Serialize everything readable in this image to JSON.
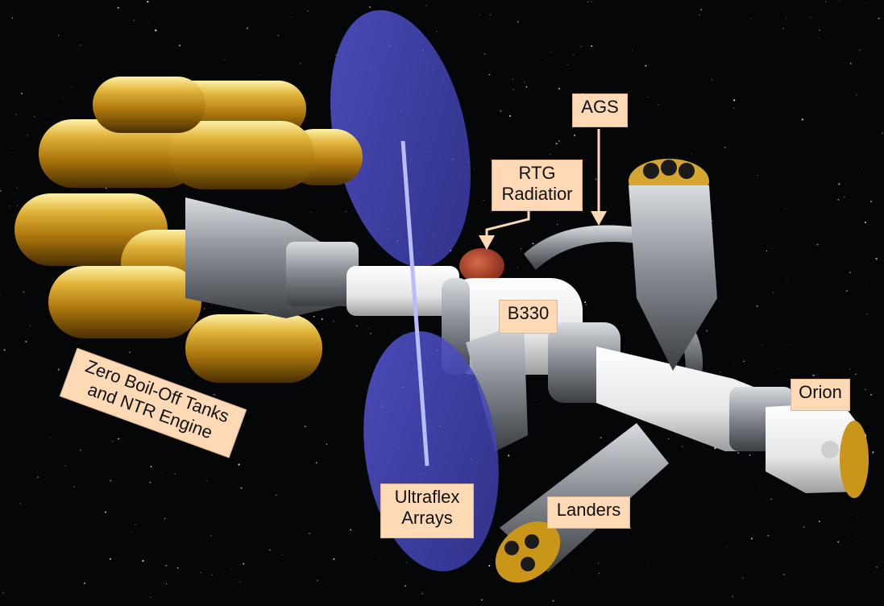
{
  "labels": {
    "ags": "AGS",
    "rtg": "RTG\nRadiatior",
    "b330": "B330",
    "orion": "Orion",
    "tanks": "Zero Boil-Off Tanks\nand NTR Engine",
    "arrays": "Ultraflex\nArrays",
    "landers": "Landers"
  },
  "colors": {
    "space": "#050608",
    "label_fill": "#fdd9b5",
    "label_border": "#e0b58a",
    "arrow": "#fdd9b5",
    "gold": "#c9961a",
    "array_blue": "#4b4fc8",
    "rtg_red": "#b8452c",
    "hull_white": "#eeeeee",
    "metal_gray": "#9a9ea4"
  }
}
